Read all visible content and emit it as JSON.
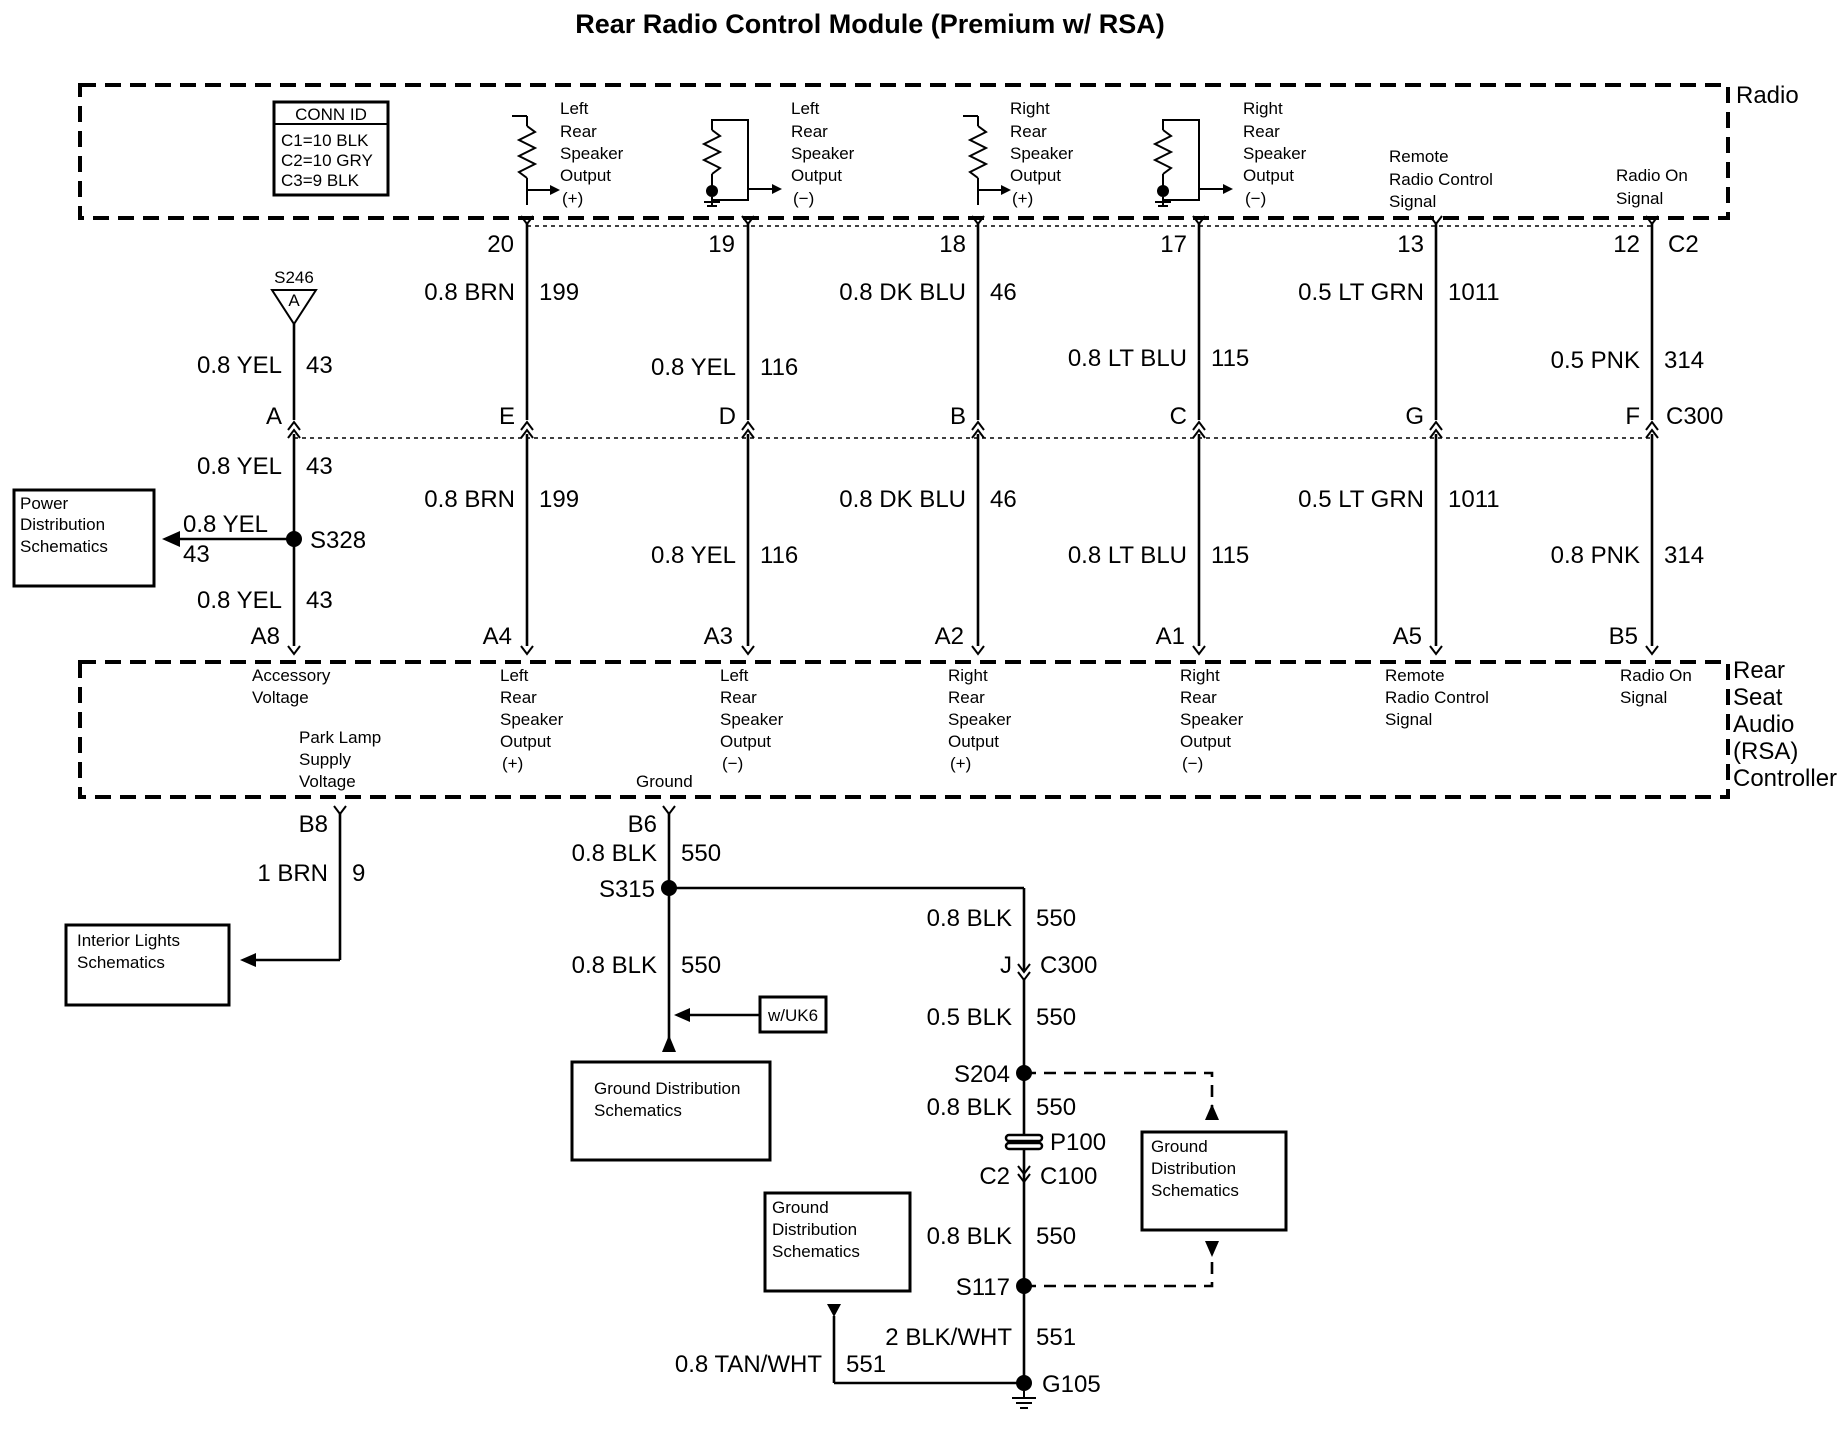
{
  "title": "Rear Radio Control Module (Premium w/ RSA)",
  "radio": {
    "name": "Radio",
    "conn_id": {
      "header": "CONN ID",
      "lines": [
        "C1=10 BLK",
        "C2=10 GRY",
        "C3=9 BLK"
      ]
    },
    "connector": "C2",
    "outputs": [
      {
        "lines": [
          "Left",
          "Rear",
          "Speaker",
          "Output",
          "(+)"
        ],
        "pin": "20"
      },
      {
        "lines": [
          "Left",
          "Rear",
          "Speaker",
          "Output",
          "(−)"
        ],
        "pin": "19"
      },
      {
        "lines": [
          "Right",
          "Rear",
          "Speaker",
          "Output",
          "(+)"
        ],
        "pin": "18"
      },
      {
        "lines": [
          "Right",
          "Rear",
          "Speaker",
          "Output",
          "(−)"
        ],
        "pin": "17"
      },
      {
        "lines": [
          "Remote",
          "Radio Control",
          "Signal"
        ],
        "pin": "13"
      },
      {
        "lines": [
          "Radio On",
          "Signal"
        ],
        "pin": "12"
      }
    ]
  },
  "splice_s246": {
    "name": "S246",
    "letter": "A"
  },
  "c300_connector": "C300",
  "circuits": [
    {
      "top_wire": "0.8 YEL",
      "top_circ": "43",
      "c300": "A",
      "bot_wire": "0.8 YEL",
      "bot_circ": "43",
      "rsa_pin": "A8"
    },
    {
      "top_wire": "0.8 BRN",
      "top_circ": "199",
      "c300": "E",
      "bot_wire": "0.8 BRN",
      "bot_circ": "199",
      "rsa_pin": "A4"
    },
    {
      "top_wire": "0.8 YEL",
      "top_circ": "116",
      "c300": "D",
      "bot_wire": "0.8 YEL",
      "bot_circ": "116",
      "rsa_pin": "A3"
    },
    {
      "top_wire": "0.8 DK BLU",
      "top_circ": "46",
      "c300": "B",
      "bot_wire": "0.8 DK BLU",
      "bot_circ": "46",
      "rsa_pin": "A2"
    },
    {
      "top_wire": "0.8 LT BLU",
      "top_circ": "115",
      "c300": "C",
      "bot_wire": "0.8 LT BLU",
      "bot_circ": "115",
      "rsa_pin": "A1"
    },
    {
      "top_wire": "0.5 LT GRN",
      "top_circ": "1011",
      "c300": "G",
      "bot_wire": "0.5 LT GRN",
      "bot_circ": "1011",
      "rsa_pin": "A5"
    },
    {
      "top_wire": "0.5 PNK",
      "top_circ": "314",
      "c300": "F",
      "bot_wire": "0.8 PNK",
      "bot_circ": "314",
      "rsa_pin": "B5"
    }
  ],
  "s328": {
    "name": "S328",
    "branch_wire": "0.8 YEL",
    "branch_circ": "43",
    "lower_wire": "0.8 YEL",
    "lower_circ": "43",
    "target": [
      "Power",
      "Distribution",
      "Schematics"
    ]
  },
  "rsa": {
    "name_lines": [
      "Rear",
      "Seat",
      "Audio",
      "(RSA)",
      "Controller"
    ],
    "inputs": [
      [
        "Accessory",
        "Voltage"
      ],
      [
        "Left",
        "Rear",
        "Speaker",
        "Output",
        "(+)"
      ],
      [
        "Left",
        "Rear",
        "Speaker",
        "Output",
        "(−)"
      ],
      [
        "Right",
        "Rear",
        "Speaker",
        "Output",
        "(+)"
      ],
      [
        "Right",
        "Rear",
        "Speaker",
        "Output",
        "(−)"
      ],
      [
        "Remote",
        "Radio Control",
        "Signal"
      ],
      [
        "Radio On",
        "Signal"
      ]
    ],
    "park_lamp": [
      "Park Lamp",
      "Supply",
      "Voltage"
    ],
    "ground": "Ground"
  },
  "park_circuit": {
    "pin": "B8",
    "wire": "1 BRN",
    "circ": "9",
    "target": [
      "Interior Lights",
      "Schematics"
    ]
  },
  "ground_circuit": {
    "pin": "B6",
    "wire1": "0.8 BLK",
    "circ1": "550",
    "s315": "S315",
    "wire2": "0.8 BLK",
    "circ2": "550",
    "uk6": "w/UK6",
    "ground_box1": [
      "Ground Distribution",
      "Schematics"
    ],
    "wire3": "0.8 BLK",
    "circ3": "550",
    "c300_pin": "J",
    "c300": "C300",
    "wire4": "0.5 BLK",
    "circ4": "550",
    "s204": "S204",
    "wire5": "0.8 BLK",
    "circ5": "550",
    "p100": "P100",
    "c2": "C2",
    "c100": "C100",
    "wire6": "0.8 BLK",
    "circ6": "550",
    "s117": "S117",
    "ground_box2": [
      "Ground",
      "Distribution",
      "Schematics"
    ],
    "ground_box3": [
      "Ground",
      "Distribution",
      "Schematics"
    ],
    "wire7": "2 BLK/WHT",
    "circ7": "551",
    "wire8": "0.8 TAN/WHT",
    "circ8": "551",
    "g105": "G105"
  }
}
